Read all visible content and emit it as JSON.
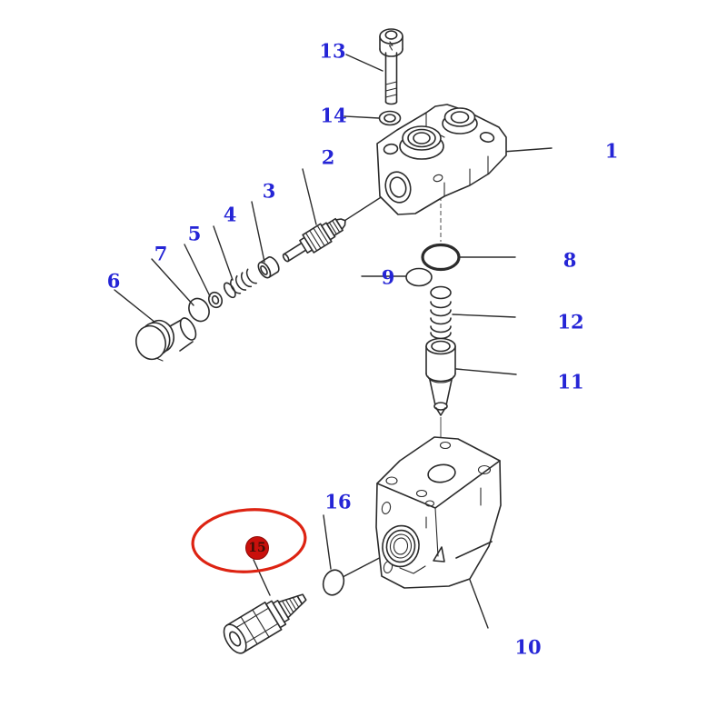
{
  "diagram": {
    "type": "exploded-parts-diagram",
    "description": "Valve assembly exploded view with numbered callouts",
    "labels": [
      {
        "id": 1,
        "text": "1"
      },
      {
        "id": 2,
        "text": "2"
      },
      {
        "id": 3,
        "text": "3"
      },
      {
        "id": 4,
        "text": "4"
      },
      {
        "id": 5,
        "text": "5"
      },
      {
        "id": 6,
        "text": "6"
      },
      {
        "id": 7,
        "text": "7"
      },
      {
        "id": 8,
        "text": "8"
      },
      {
        "id": 9,
        "text": "9"
      },
      {
        "id": 10,
        "text": "10"
      },
      {
        "id": 11,
        "text": "11"
      },
      {
        "id": 12,
        "text": "12"
      },
      {
        "id": 13,
        "text": "13"
      },
      {
        "id": 14,
        "text": "14"
      },
      {
        "id": 15,
        "text": "15"
      },
      {
        "id": 16,
        "text": "16"
      }
    ],
    "highlight": {
      "label": "15",
      "ring_color": "#dd2312",
      "marker_fill": "#c9100c",
      "marker_stroke": "#8f0b08",
      "marker_text_color": "#401008"
    },
    "colors": {
      "label": "#2525d6",
      "line": "#2b2b2b",
      "background": "#ffffff"
    }
  }
}
